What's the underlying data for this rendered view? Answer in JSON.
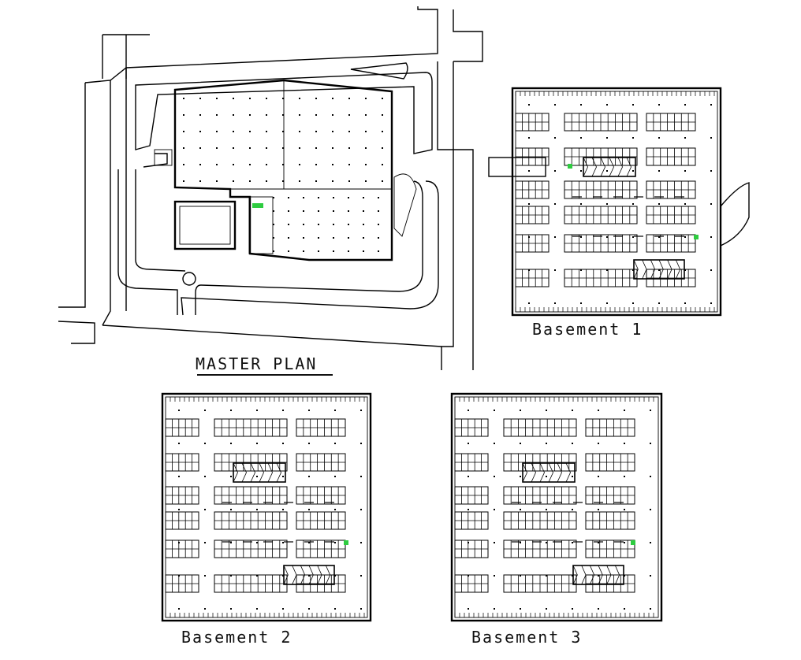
{
  "drawing": {
    "master_plan_title": "MASTER PLAN",
    "plans": [
      {
        "id": "b1",
        "title": "Basement 1"
      },
      {
        "id": "b2",
        "title": "Basement 2"
      },
      {
        "id": "b3",
        "title": "Basement 3"
      }
    ],
    "colors": {
      "linework": "#000000",
      "accent": "#2ecc40",
      "background": "#ffffff"
    }
  }
}
